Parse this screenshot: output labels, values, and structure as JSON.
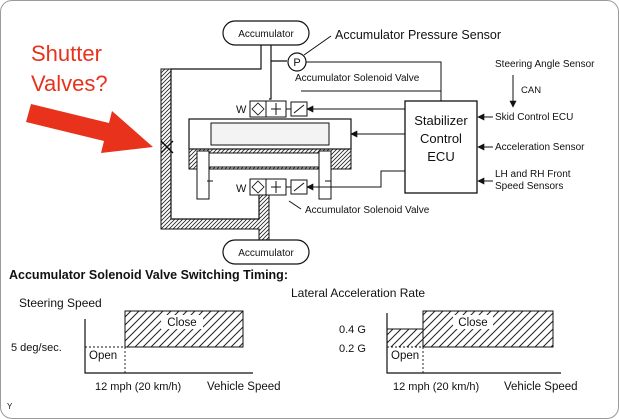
{
  "annotation": {
    "text_line1": "Shutter",
    "text_line2": "Valves?",
    "arrow_color": "#e8321c"
  },
  "schematic": {
    "accumulator_top": "Accumulator",
    "accumulator_bottom": "Accumulator",
    "pressure_sensor": "Accumulator Pressure Sensor",
    "pressure_symbol": "P",
    "solenoid_upper": "Accumulator Solenoid Valve",
    "solenoid_lower": "Accumulator Solenoid Valve",
    "valve_w": "W",
    "ecu_line1": "Stabilizer",
    "ecu_line2": "Control",
    "ecu_line3": "ECU",
    "inputs": {
      "steering_angle_sensor": "Steering Angle Sensor",
      "can": "CAN",
      "skid_control_ecu": "Skid Control ECU",
      "acceleration_sensor": "Acceleration Sensor",
      "speed_sensors_line1": "LH and RH Front",
      "speed_sensors_line2": "Speed Sensors"
    }
  },
  "timing": {
    "title": "Accumulator Solenoid Valve Switching Timing:",
    "left": {
      "title": "Steering Speed",
      "y_tick": "5 deg/sec.",
      "x_tick": "12 mph (20 km/h)",
      "x_label": "Vehicle Speed",
      "close": "Close",
      "open": "Open"
    },
    "right": {
      "title": "Lateral Acceleration Rate",
      "y_tick_high": "0.4 G",
      "y_tick_low": "0.2 G",
      "x_tick": "12 mph (20 km/h)",
      "x_label": "Vehicle Speed",
      "close": "Close",
      "open": "Open"
    }
  },
  "corner_mark": "Y"
}
